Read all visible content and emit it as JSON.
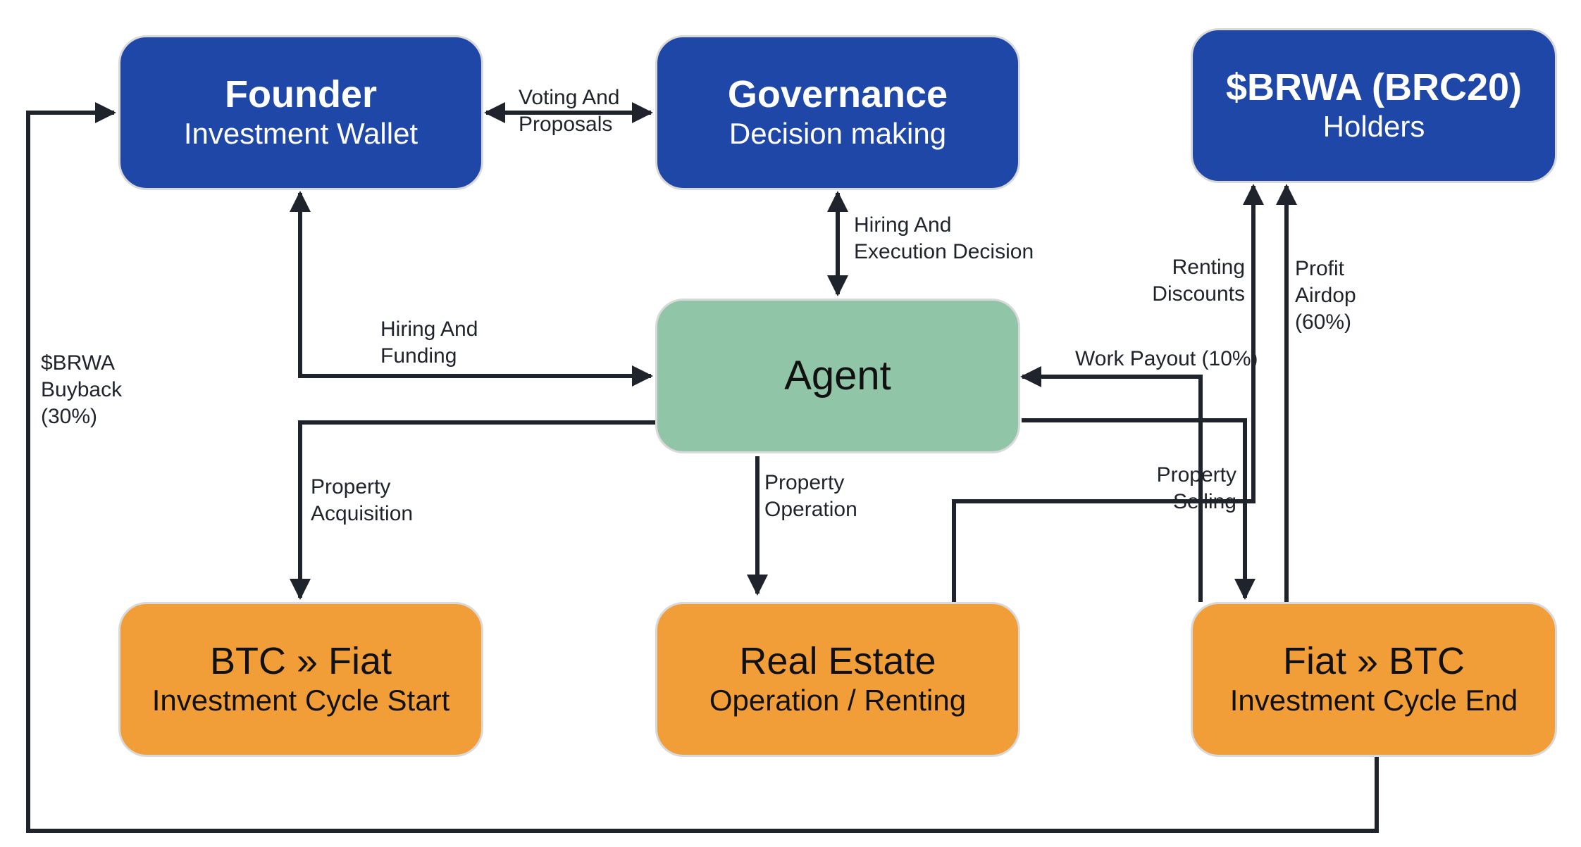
{
  "colors": {
    "node_blue": "#1f47a8",
    "node_green": "#90c5a7",
    "node_orange": "#f19e38",
    "wire": "#1f232b",
    "node_border": "#d9d9d9"
  },
  "nodes": {
    "founder": {
      "title": "Founder",
      "subtitle": "Investment Wallet"
    },
    "governance": {
      "title": "Governance",
      "subtitle": "Decision making"
    },
    "brwa": {
      "title": "$BRWA (BRC20)",
      "subtitle": "Holders"
    },
    "agent": {
      "title": "Agent"
    },
    "btc_fiat": {
      "title": "BTC » Fiat",
      "subtitle": "Investment Cycle Start"
    },
    "real_estate": {
      "title": "Real Estate",
      "subtitle": "Operation / Renting"
    },
    "fiat_btc": {
      "title": "Fiat  » BTC",
      "subtitle": "Investment Cycle End"
    }
  },
  "edges": {
    "voting": "Voting And\nProposals",
    "hiring_execution": "Hiring And\nExecution Decision",
    "hiring_funding": "Hiring And\nFunding",
    "buyback": "$BRWA\nBuyback\n(30%)",
    "acquisition": "Property\nAcquisition",
    "operation": "Property\nOperation",
    "selling": "Property\nSelling",
    "work_payout": "Work Payout (10%)",
    "renting_discounts": "Renting\nDiscounts",
    "profit_airdrop": "Profit\nAirdop\n(60%)"
  }
}
